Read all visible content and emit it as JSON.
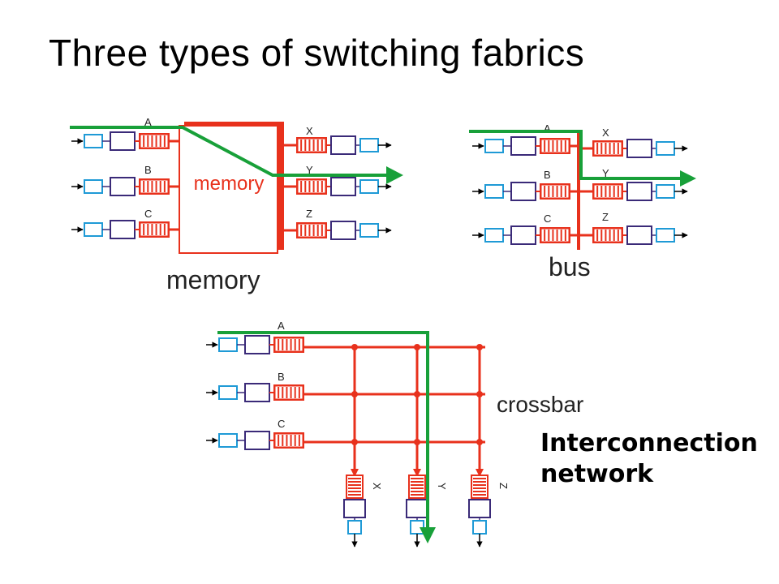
{
  "slide": {
    "title": "Three types of switching fabrics",
    "note": "Interconnection network"
  },
  "colors": {
    "switch_red": "#e8311c",
    "path_green": "#18a039",
    "port_blue": "#1f9ad6",
    "port_purple": "#3a2a78",
    "arrow_black": "#000000"
  },
  "fabrics": {
    "memory": {
      "caption": "memory",
      "inner_label": "memory",
      "inputs": [
        "A",
        "B",
        "C"
      ],
      "outputs": [
        "X",
        "Y",
        "Z"
      ]
    },
    "bus": {
      "caption": "bus",
      "inputs": [
        "A",
        "B",
        "C"
      ],
      "outputs": [
        "X",
        "Y",
        "Z"
      ]
    },
    "crossbar": {
      "caption": "crossbar",
      "inputs": [
        "A",
        "B",
        "C"
      ],
      "outputs": [
        "X",
        "Y",
        "Z"
      ]
    }
  }
}
